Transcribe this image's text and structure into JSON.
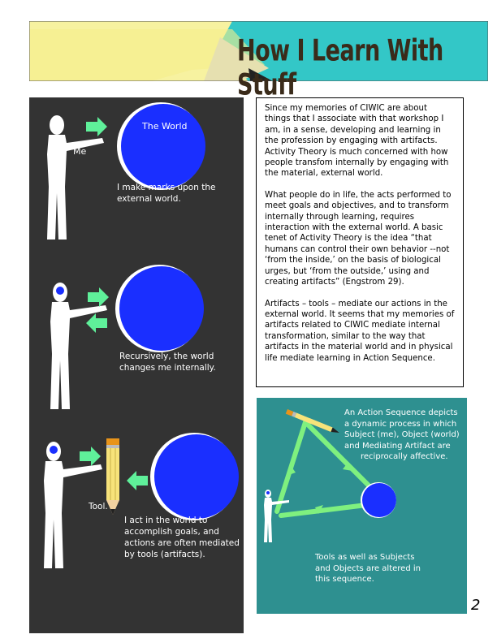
{
  "header": {
    "title": "How I Learn With Stuff"
  },
  "left_panel": {
    "panel1": {
      "world_label": "The World",
      "me_label": "Me",
      "caption": [
        "I make marks upon the",
        "external world."
      ]
    },
    "panel2": {
      "caption": [
        "Recursively, the world",
        "changes me internally."
      ]
    },
    "panel3": {
      "tool_label": "Tool.",
      "caption": [
        "I act in the world to",
        "accomplish goals, and",
        "actions are often mediated",
        "by tools (artifacts)."
      ]
    }
  },
  "text_box": {
    "paragraphs": [
      "Since my memories of CIWIC are about things that I associate with that workshop I am, in a sense, developing and learning in the profession by engaging with artifacts.  Activity Theory is much concerned with how people transfom internally by engaging with the material, external world.",
      "What people do in life, the acts performed to meet goals and objectives, and to transform internally through learning, requires interaction with the external world. A basic tenet of Activity Theory is the idea “that humans can control their own behavior --not ‘from the inside,’ on the basis of biological urges, but ‘from the outside,’ using and creating artifacts” (Engstrom 29).",
      "Artifacts – tools – mediate our actions in the external world. It seems that my memories of artifacts related to CIWIC mediate internal transformation, similar to the way that artifacts in the material world and in physical life mediate learning in Action Sequence."
    ]
  },
  "right_panel": {
    "caption_top": [
      "An Action Sequence depicts",
      "a dynamic process in which",
      "Subject (me), Object (world)",
      "and Mediating Artifact are",
      "reciprocally affective."
    ],
    "caption_bottom": [
      "Tools as well as Subjects",
      "and Objects are altered in",
      "this sequence."
    ]
  },
  "page_number": "2",
  "colors": {
    "banner_yellow": "#f7f2a0",
    "banner_teal": "#33c7c7",
    "globe_blue": "#1a2fff",
    "arrow_green": "#5ff09a",
    "panel_dark": "#333333",
    "panel_teal": "#2e9090"
  }
}
